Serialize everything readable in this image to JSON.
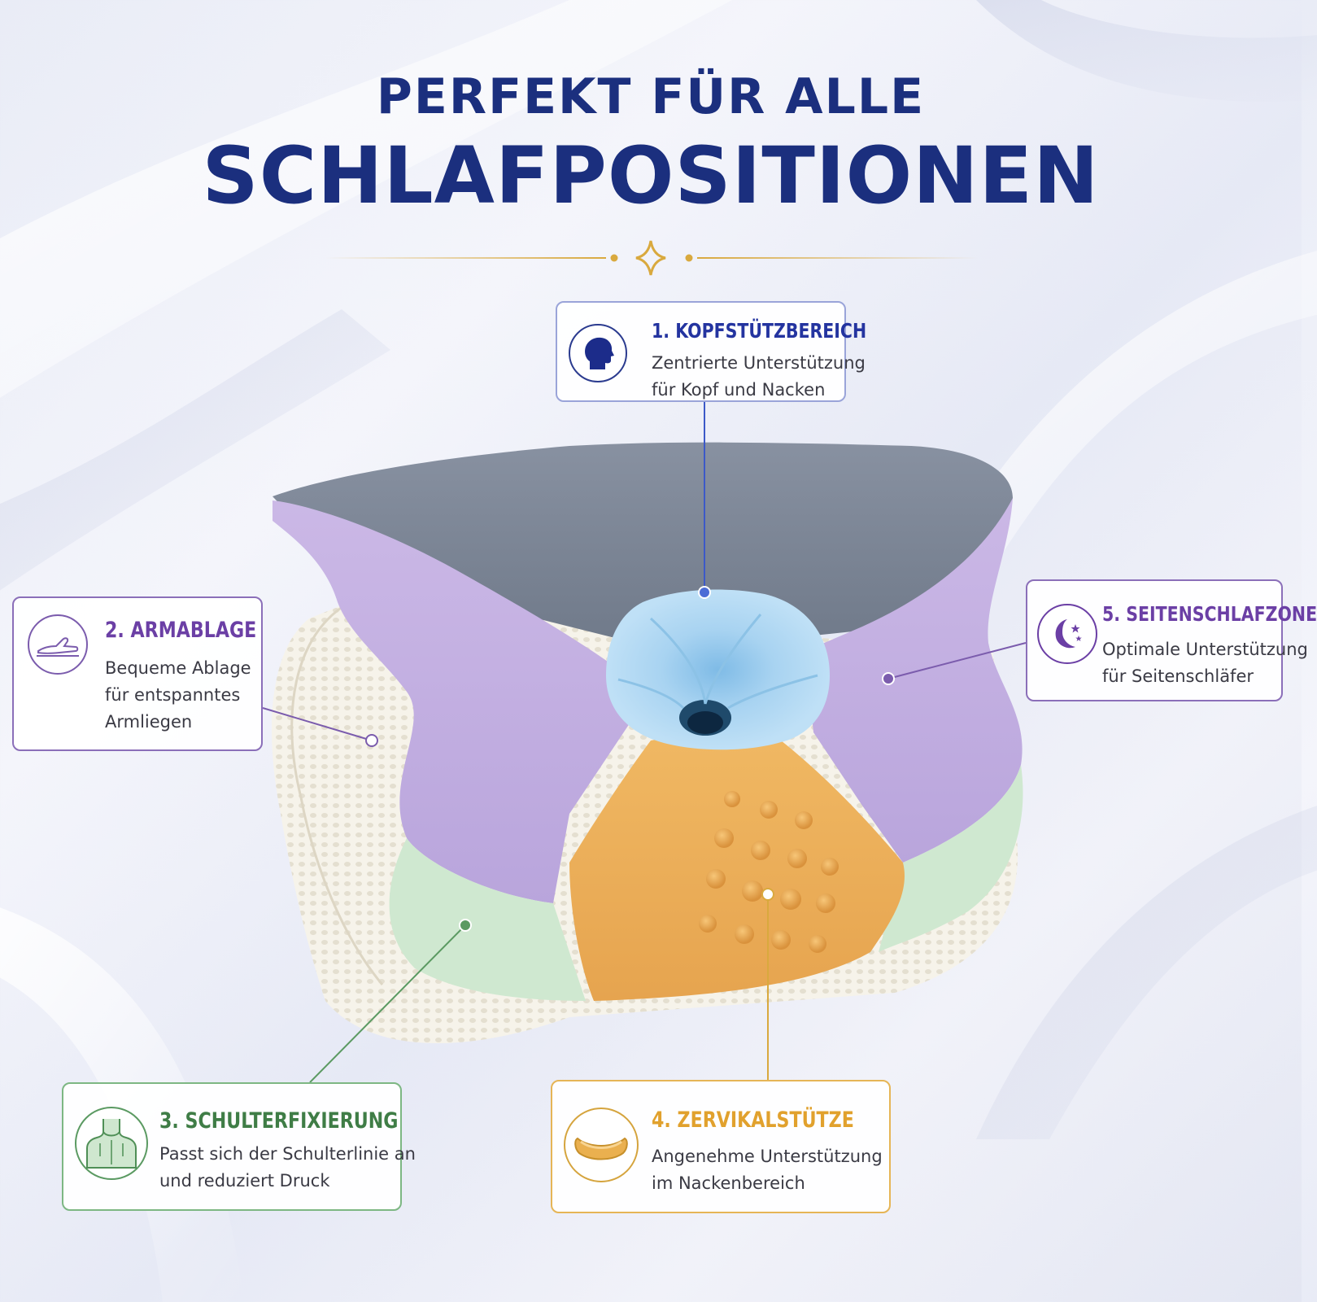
{
  "headline": {
    "line1": "PERFEKT FÜR ALLE",
    "line2": "SCHLAFPOSITIONEN"
  },
  "colors": {
    "navy": "#1b2f7e",
    "gold": "#d9a93e",
    "blue_zone": "#a9d3f0",
    "purple_zone": "#c5b3e2",
    "orange_zone": "#eeb061",
    "green_zone": "#cfe7cf",
    "grey_top": "#7b8595",
    "mesh": "#f5f2e8"
  },
  "features": {
    "head": {
      "title": "1. KOPFSTÜTZBEREICH",
      "desc_line1": "Zentrierte Unterstützung",
      "desc_line2": "für Kopf und Nacken",
      "icon": "head-silhouette-icon"
    },
    "arm": {
      "title": "2. ARMABLAGE",
      "desc_line1": "Bequeme Ablage",
      "desc_line2": "für entspanntes",
      "desc_line3": "Armliegen",
      "icon": "arm-rest-icon"
    },
    "shoulder": {
      "title": "3. SCHULTERFIXIERUNG",
      "desc_line1": "Passt sich der Schulterlinie an",
      "desc_line2": "und reduziert Druck",
      "icon": "shoulders-icon"
    },
    "cervical": {
      "title": "4. ZERVIKALSTÜTZE",
      "desc_line1": "Angenehme Unterstützung",
      "desc_line2": "im Nackenbereich",
      "icon": "cervical-roll-icon"
    },
    "side": {
      "title": "5. SEITENSCHLAFZONE",
      "desc_line1": "Optimale Unterstützung",
      "desc_line2": "für Seitenschläfer",
      "icon": "moon-stars-icon"
    }
  }
}
